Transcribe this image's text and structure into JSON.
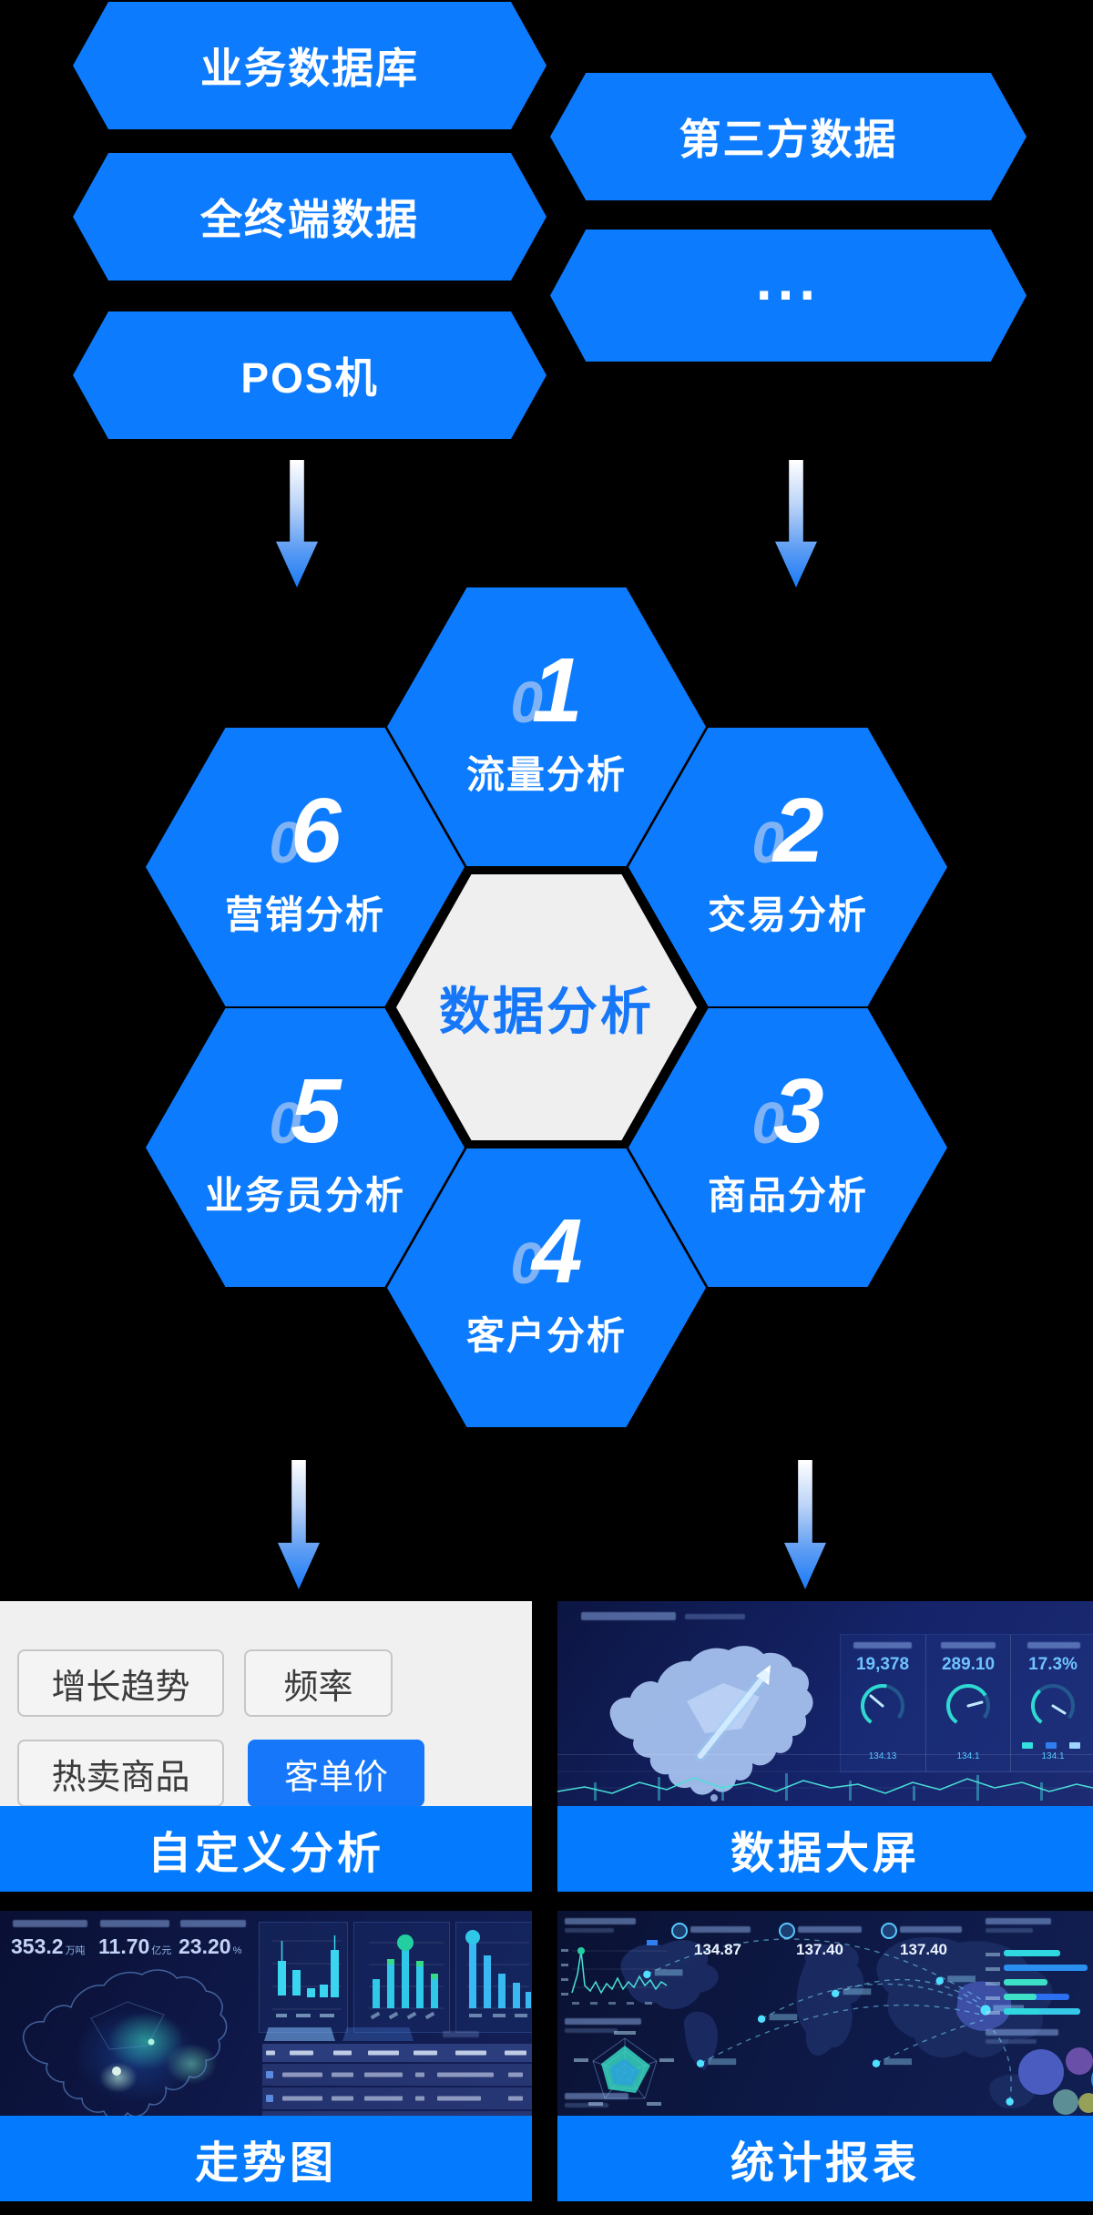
{
  "page": {
    "background": "#000000",
    "accent_blue": "#0d7bfe",
    "caption_blue": "#047aff"
  },
  "sources": {
    "left": [
      {
        "label": "业务数据库"
      },
      {
        "label": "全终端数据"
      },
      {
        "label": "POS机"
      }
    ],
    "right": [
      {
        "label": "第三方数据"
      },
      {
        "label": "..."
      }
    ]
  },
  "hub": {
    "center_label": "数据分析",
    "nodes": [
      {
        "prefix": "0",
        "digit": "1",
        "label": "流量分析"
      },
      {
        "prefix": "0",
        "digit": "2",
        "label": "交易分析"
      },
      {
        "prefix": "0",
        "digit": "3",
        "label": "商品分析"
      },
      {
        "prefix": "0",
        "digit": "4",
        "label": "客户分析"
      },
      {
        "prefix": "0",
        "digit": "5",
        "label": "业务员分析"
      },
      {
        "prefix": "0",
        "digit": "6",
        "label": "营销分析"
      }
    ]
  },
  "outputs": {
    "custom": {
      "caption": "自定义分析",
      "buttons": [
        {
          "label": "增长趋势",
          "active": false
        },
        {
          "label": "频率",
          "active": false
        },
        {
          "label": "热卖商品",
          "active": false
        },
        {
          "label": "客单价",
          "active": true
        }
      ]
    },
    "bigscreen": {
      "caption": "数据大屏",
      "kpis": [
        {
          "value": "19,378"
        },
        {
          "value": "289.10"
        },
        {
          "value": "17.3%"
        }
      ],
      "gauge_values": [
        "134.13",
        "134.1",
        "134.1"
      ]
    },
    "trend": {
      "caption": "走势图",
      "kpis": [
        {
          "value": "353.2",
          "unit": "万吨"
        },
        {
          "value": "11.70",
          "unit": "亿元"
        },
        {
          "value": "23.20",
          "unit": "%"
        }
      ]
    },
    "report": {
      "caption": "统计报表",
      "kpis": [
        {
          "value": "134.87"
        },
        {
          "value": "137.40"
        },
        {
          "value": "137.40"
        }
      ]
    }
  }
}
